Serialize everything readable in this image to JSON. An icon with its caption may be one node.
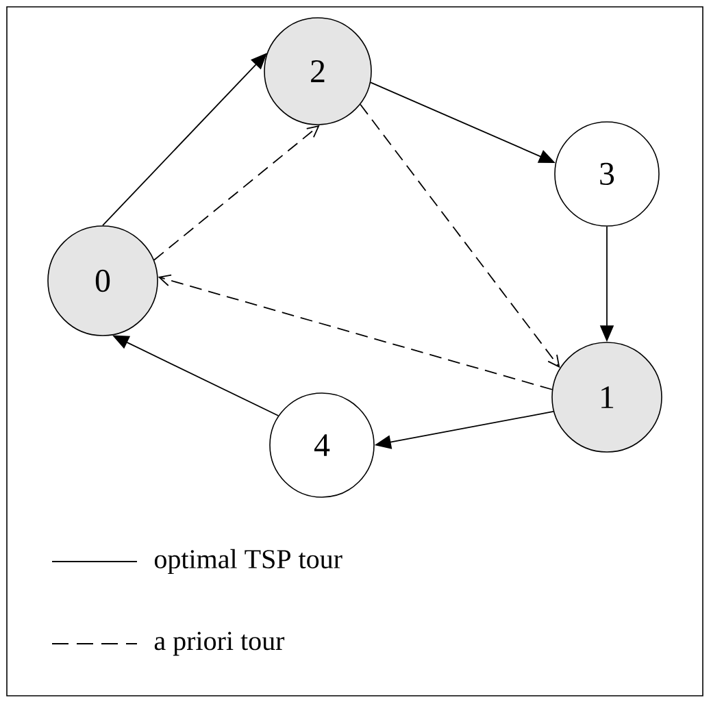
{
  "diagram": {
    "nodes": [
      {
        "text": [
          "0"
        ]
      },
      {
        "text": [
          "2"
        ]
      },
      {
        "text": [
          "3"
        ]
      },
      {
        "text": [
          "1"
        ]
      },
      {
        "text": [
          "4"
        ]
      }
    ],
    "edges": [
      {
        "from": 0,
        "to": 1,
        "arrow": "to"
      },
      {
        "from": 1,
        "to": 2,
        "arrow": "to"
      },
      {
        "from": 2,
        "to": 3,
        "arrow": "to"
      },
      {
        "from": 3,
        "to": 4,
        "arrow": "to"
      },
      {
        "from": 4,
        "to": 0,
        "arrow": "to"
      },
      {
        "from": 0,
        "to": 1,
        "arrow": "to",
        "style": "dashed"
      },
      {
        "from": 1,
        "to": 3,
        "arrow": "to",
        "style": "dashed"
      },
      {
        "from": 3,
        "to": 0,
        "arrow": "to",
        "style": "dashed"
      }
    ],
    "legend": [
      {
        "text": "optimal TSP tour"
      },
      {
        "text": "a priori tour"
      }
    ]
  }
}
